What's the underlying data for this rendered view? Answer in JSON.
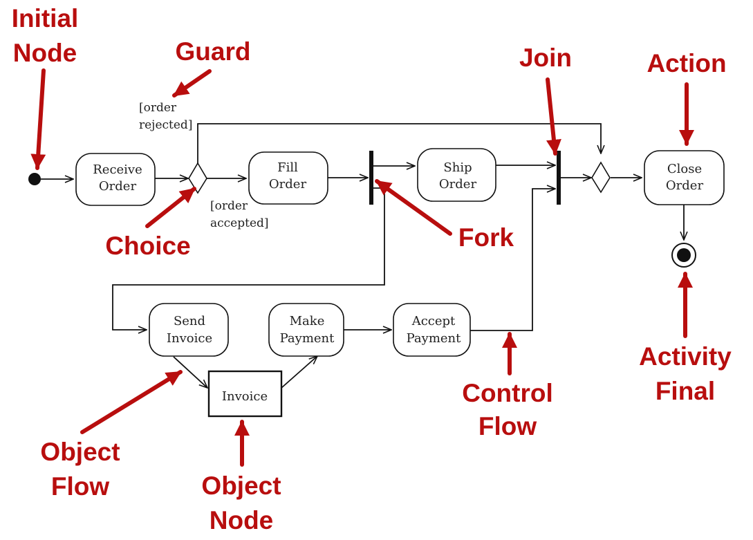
{
  "colors": {
    "annotation": "#b80e0e",
    "line": "#111111",
    "background": "#ffffff"
  },
  "nodes": {
    "receive_order": [
      "Receive",
      "Order"
    ],
    "fill_order": [
      "Fill",
      "Order"
    ],
    "ship_order": [
      "Ship",
      "Order"
    ],
    "close_order": [
      "Close",
      "Order"
    ],
    "send_invoice": [
      "Send",
      "Invoice"
    ],
    "make_payment": [
      "Make",
      "Payment"
    ],
    "accept_payment": [
      "Accept",
      "Payment"
    ],
    "invoice": "Invoice"
  },
  "guards": {
    "rejected": [
      "[order",
      "rejected]"
    ],
    "accepted": [
      "[order",
      "accepted]"
    ]
  },
  "callouts": {
    "initial_node": [
      "Initial",
      "Node"
    ],
    "guard": "Guard",
    "join": "Join",
    "action": "Action",
    "choice": "Choice",
    "fork": "Fork",
    "activity_final": [
      "Activity",
      "Final"
    ],
    "control_flow": [
      "Control",
      "Flow"
    ],
    "object_flow": [
      "Object",
      "Flow"
    ],
    "object_node": [
      "Object",
      "Node"
    ]
  }
}
